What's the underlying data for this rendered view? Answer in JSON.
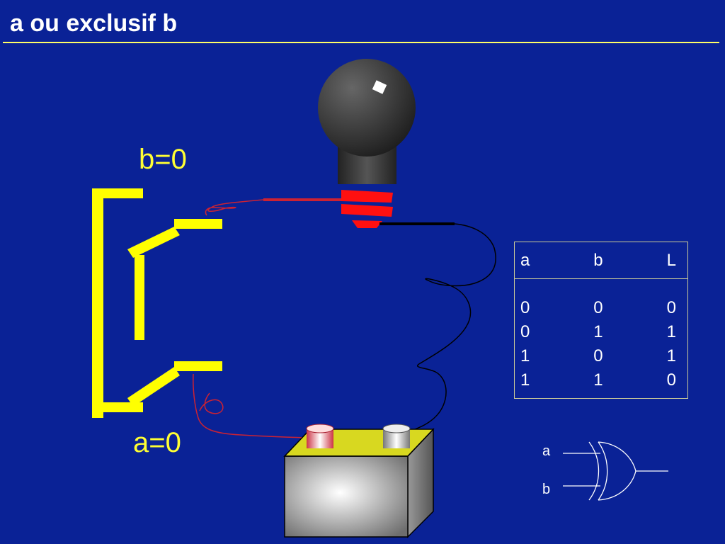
{
  "title": "a ou exclusif b",
  "switches": {
    "b_label": "b=0",
    "a_label": "a=0"
  },
  "truth_table": {
    "headers": [
      "a",
      "b",
      "L"
    ],
    "rows": [
      [
        "0",
        "0",
        "0"
      ],
      [
        "0",
        "1",
        "1"
      ],
      [
        "1",
        "0",
        "1"
      ],
      [
        "1",
        "1",
        "0"
      ]
    ]
  },
  "gate": {
    "input_a": "a",
    "input_b": "b"
  },
  "colors": {
    "background": "#0a2296",
    "switch": "#ffff33",
    "title_rule": "#ffff66",
    "wire_positive": "#cc2233",
    "wire_negative": "#000000",
    "bulb_off": "#3a3a3a"
  }
}
